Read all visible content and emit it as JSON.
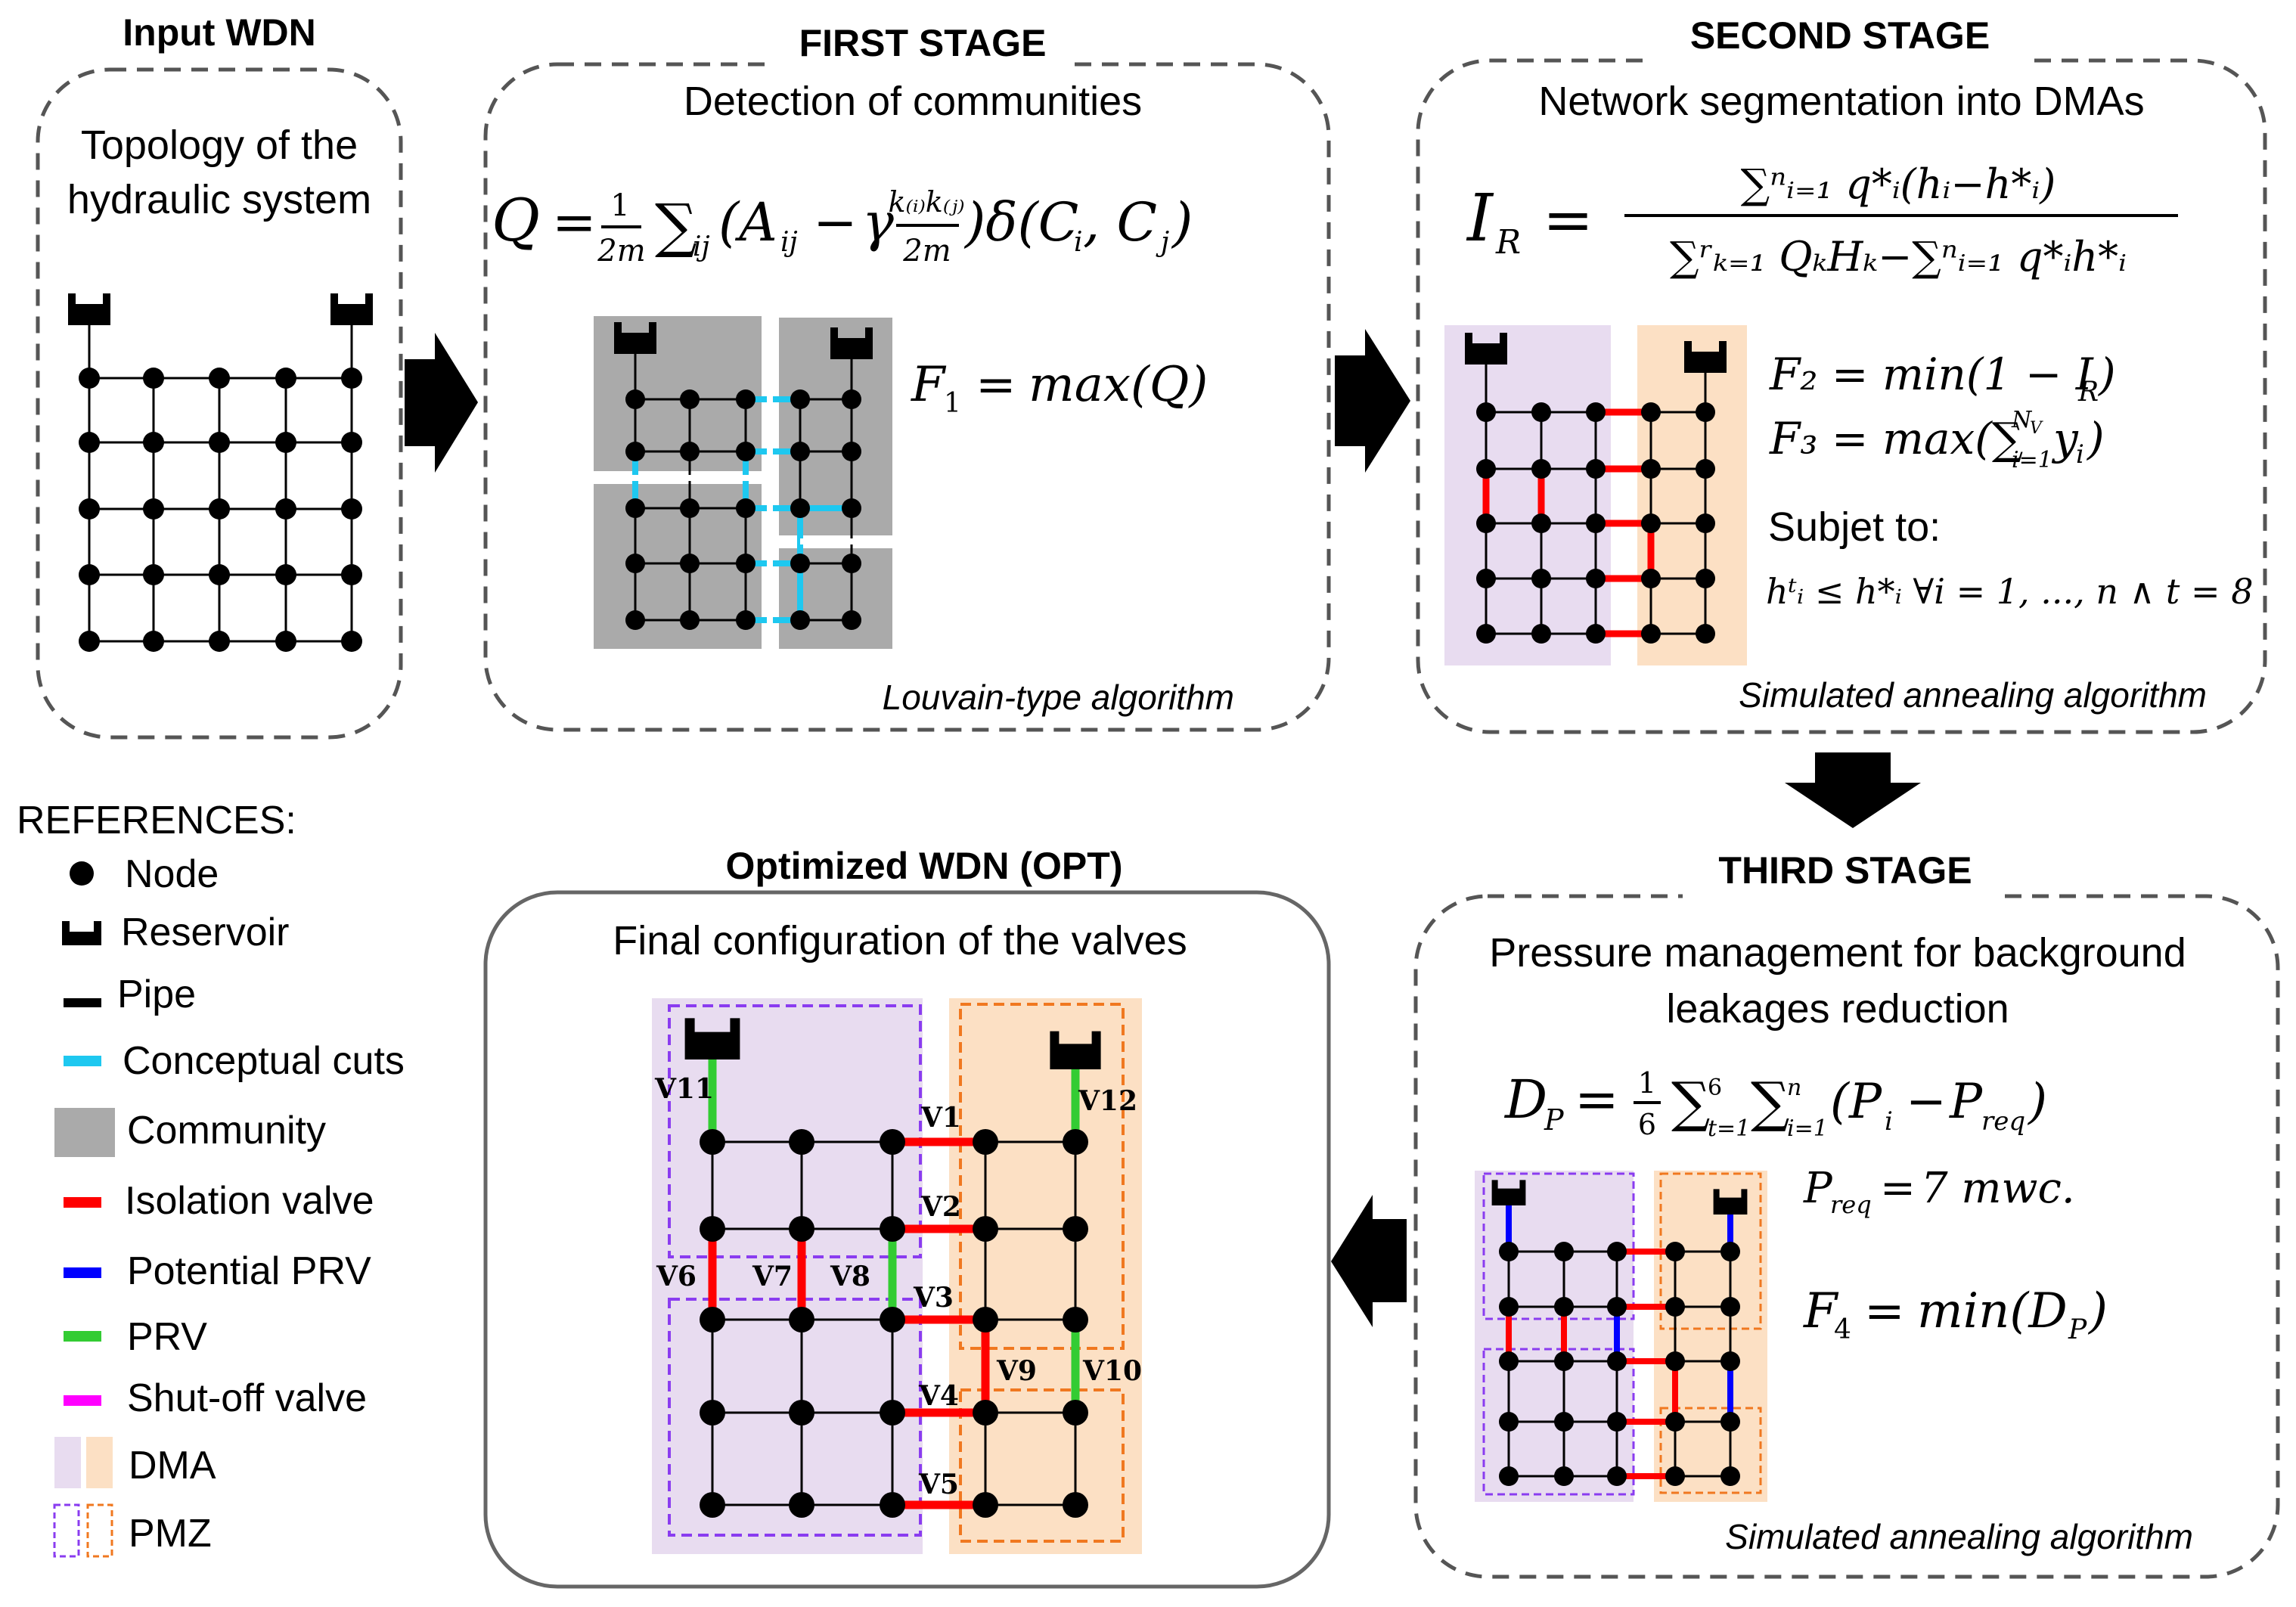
{
  "panels": {
    "input": {
      "title": "Input WDN",
      "line1": "Topology of the",
      "line2": "hydraulic system"
    },
    "first": {
      "title": "FIRST STAGE",
      "subtitle": "Detection of communities",
      "algorithm": "Louvain-type algorithm"
    },
    "second": {
      "title": "SECOND STAGE",
      "subtitle": "Network segmentation into DMAs",
      "subject": "Subjet to:",
      "algorithm": "Simulated annealing algorithm"
    },
    "third": {
      "title": "THIRD STAGE",
      "subtitle_line1": "Pressure management for background",
      "subtitle_line2": "leakages reduction",
      "algorithm": "Simulated annealing algorithm"
    },
    "opt": {
      "title": "Optimized WDN (OPT)",
      "subtitle": "Final configuration of the valves"
    }
  },
  "references": {
    "title": "REFERENCES:",
    "items": [
      "Node",
      "Reservoir",
      "Pipe",
      "Conceptual cuts",
      "Community",
      "Isolation valve",
      "Potential PRV",
      "PRV",
      "Shut-off valve",
      "DMA",
      "PMZ"
    ]
  },
  "valves": [
    "V1",
    "V2",
    "V3",
    "V4",
    "V5",
    "V6",
    "V7",
    "V8",
    "V9",
    "V10",
    "V11",
    "V12"
  ],
  "colors": {
    "conceptual_cut": "#1ec8f0",
    "community": "#aaaaaa",
    "isolation_valve": "#ff0000",
    "potential_prv": "#0000ff",
    "prv": "#33cc33",
    "shutoff_valve": "#ff00ff",
    "dma_purple": "#e8dcf0",
    "dma_orange": "#fce0c4",
    "pmz_purple": "#8a3cf0",
    "pmz_orange": "#f07820"
  }
}
